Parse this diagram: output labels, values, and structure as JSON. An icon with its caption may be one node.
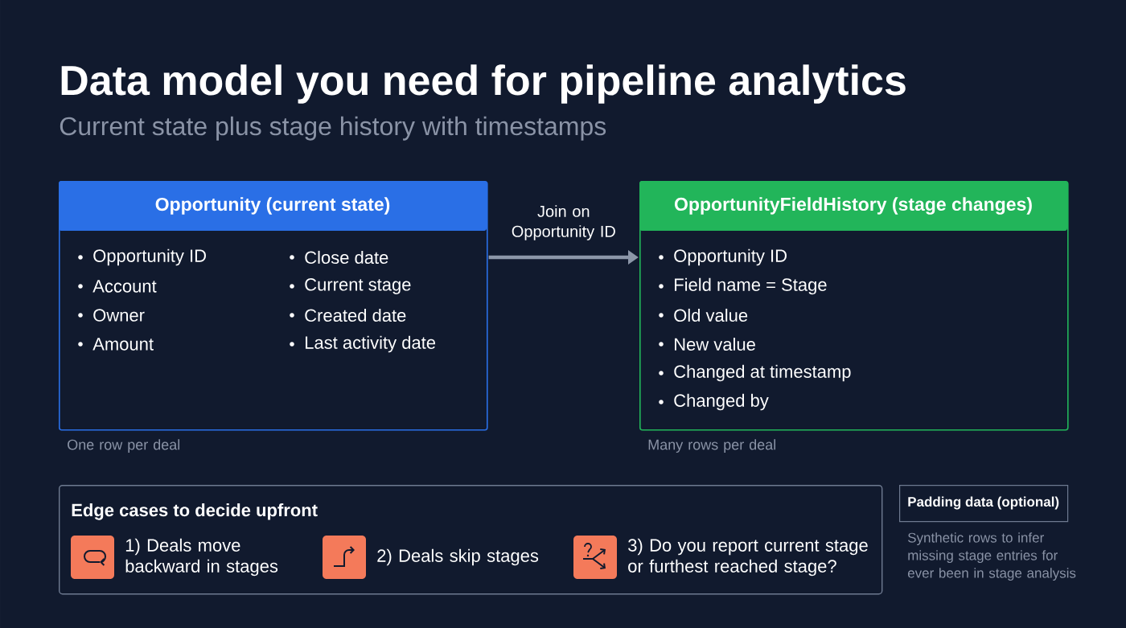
{
  "diagram": {
    "title": "Data model you need for pipeline analytics",
    "nodes": [
      {
        "text": [
          "Opportunity (current state)",
          "Opportunity ID",
          "Account",
          "Owner",
          "Amount",
          "Close date",
          "Current stage",
          "Created date",
          "Last activity date"
        ],
        "beside": [
          "One row per deal"
        ]
      },
      {
        "text": [
          "OpportunityFieldHistory (stage changes)",
          "Opportunity ID",
          "Field name = Stage",
          "Old value",
          "New value",
          "Changed at timestamp",
          "Changed by"
        ],
        "beside": [
          "Many rows per deal"
        ]
      },
      {
        "text": [
          "Edge cases to decide upfront"
        ]
      },
      {
        "text": [
          "1) Deals move backward in stages"
        ],
        "in": 2
      },
      {
        "text": [
          "2) Deals skip stages"
        ],
        "in": 2
      },
      {
        "text": [
          "3) Do you report current stage or furthest reached stage?"
        ],
        "in": 2
      },
      {
        "text": [
          "Padding data (optional)"
        ],
        "beside": [
          "Synthetic rows to infer missing stage entries for ever been in stage analysis"
        ]
      }
    ],
    "edges": [
      {
        "from": 0,
        "to": 1,
        "arrow": "to",
        "label": "Join on Opportunity ID"
      }
    ],
    "labels": [
      "Current state plus stage history with timestamps"
    ]
  }
}
